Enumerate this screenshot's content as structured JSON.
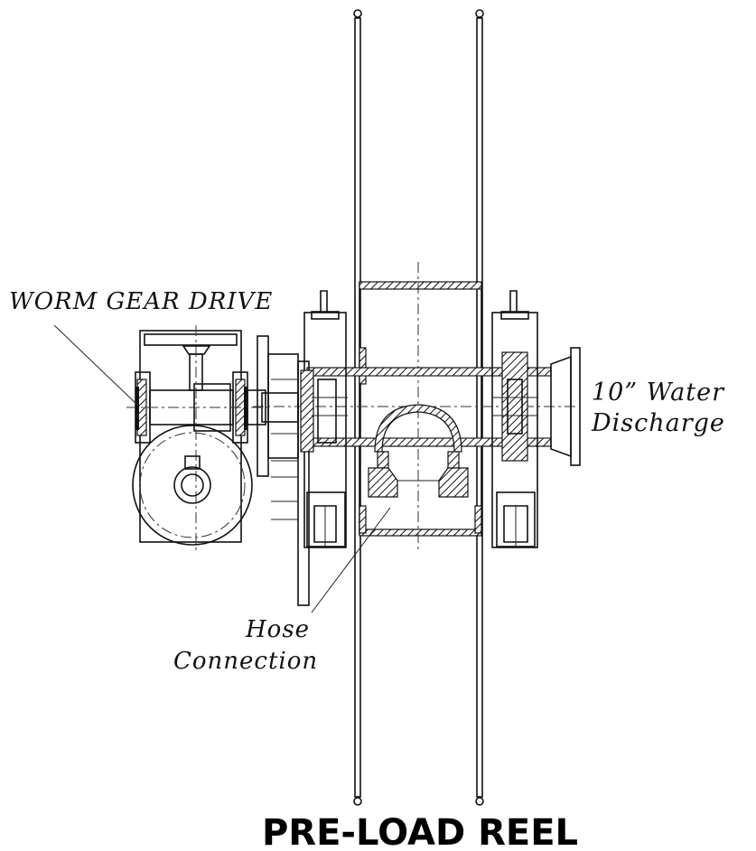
{
  "title": "PRE-LOAD REEL",
  "labels": {
    "worm_gear_drive": "WORM GEAR DRIVE",
    "water_discharge_line1": "10” Water",
    "water_discharge_line2": "Discharge",
    "hose_connection_line1": "Hose",
    "hose_connection_line2": "Connection"
  }
}
